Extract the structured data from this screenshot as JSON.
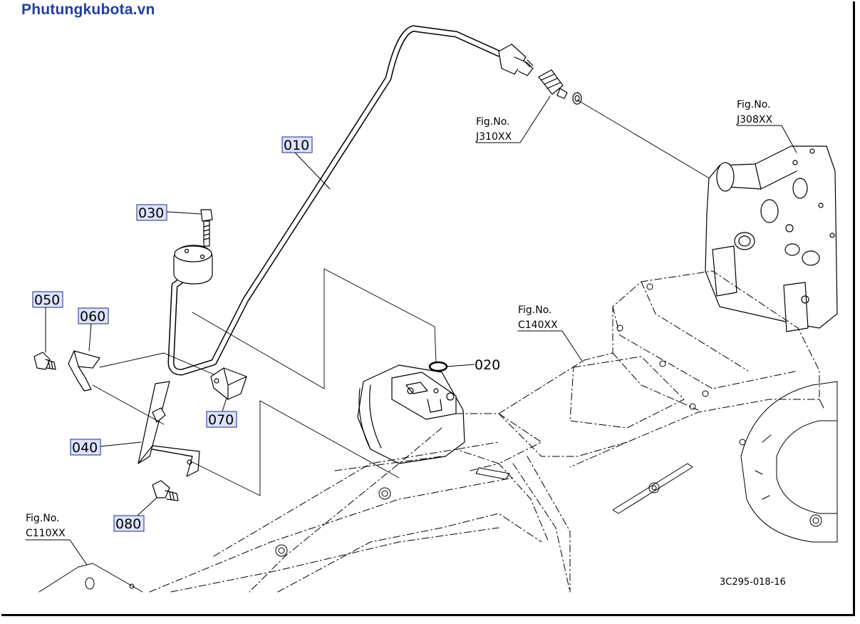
{
  "watermark": "Phutungkubota.vn",
  "drawing_code": "3C295-018-16",
  "parts": [
    {
      "id": "p010",
      "label": "010"
    },
    {
      "id": "p020",
      "label": "020"
    },
    {
      "id": "p030",
      "label": "030"
    },
    {
      "id": "p040",
      "label": "040"
    },
    {
      "id": "p050",
      "label": "050"
    },
    {
      "id": "p060",
      "label": "060"
    },
    {
      "id": "p070",
      "label": "070"
    },
    {
      "id": "p080",
      "label": "080"
    }
  ],
  "figure_refs": [
    {
      "title": "Fig.No.",
      "code": "J310XX"
    },
    {
      "title": "Fig.No.",
      "code": "J308XX"
    },
    {
      "title": "Fig.No.",
      "code": "C140XX"
    },
    {
      "title": "Fig.No.",
      "code": "C110XX"
    }
  ],
  "colors": {
    "watermark": "#1f3fa3",
    "label_box": "#dde3ff",
    "line": "#000000"
  }
}
